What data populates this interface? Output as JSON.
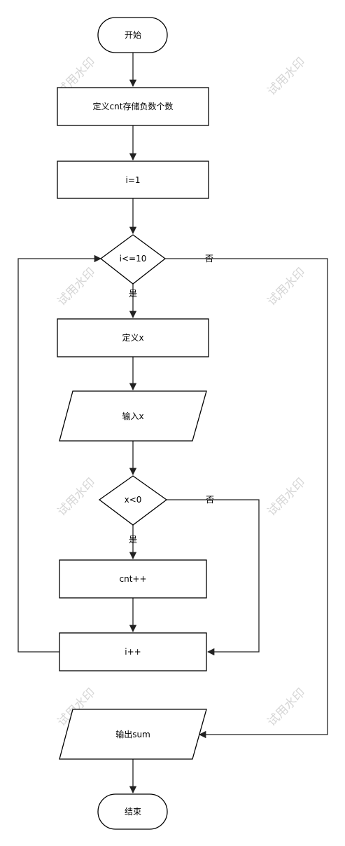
{
  "flowchart": {
    "nodes": {
      "start": "开始",
      "define_cnt": "定义cnt存储负数个数",
      "init_i": "i=1",
      "cond_i": "i<=10",
      "define_x": "定义x",
      "input_x": "输入x",
      "cond_x": "x<0",
      "cnt_inc": "cnt++",
      "i_inc": "i++",
      "output_sum": "输出sum",
      "end": "结束"
    },
    "edge_labels": {
      "cond_i_yes": "是",
      "cond_i_no": "否",
      "cond_x_yes": "是",
      "cond_x_no": "否"
    }
  },
  "watermark": "试用水印"
}
